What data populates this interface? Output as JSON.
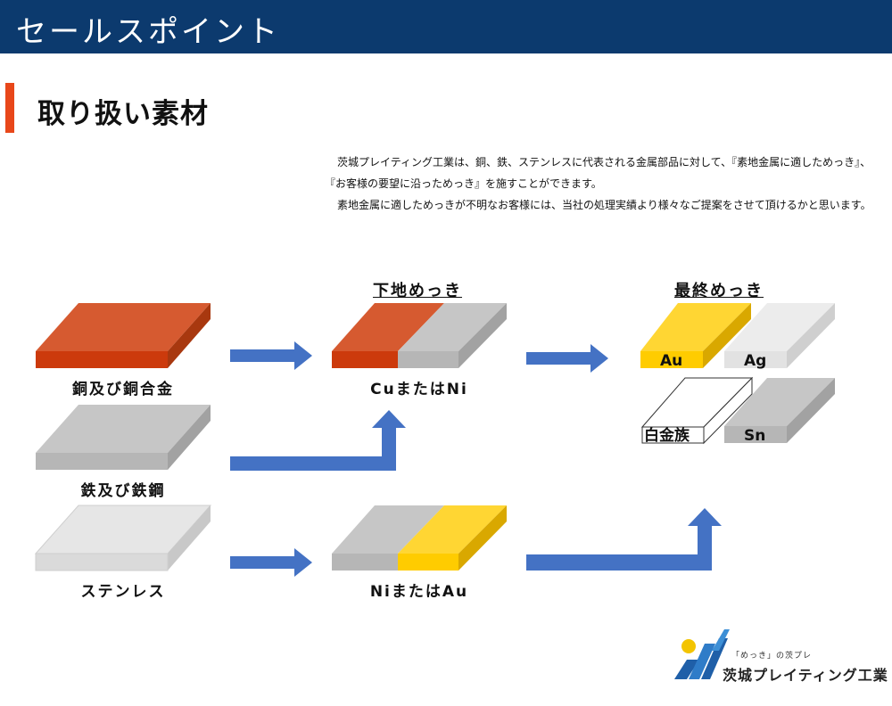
{
  "header": {
    "title": "セールスポイント"
  },
  "section": {
    "title": "取り扱い素材"
  },
  "intro": {
    "p1": "茨城プレイティング工業は、銅、鉄、ステンレスに代表される金属部品に対して、『素地金属に適しためっき』、『お客様の要望に沿っためっき』を施すことができます。",
    "p2": "素地金属に適しためっきが不明なお客様には、当社の処理実績より様々なご提案をさせて頂けるかと思います。"
  },
  "columns": {
    "undercoat": "下地めっき",
    "final": "最終めっき"
  },
  "base_materials": {
    "copper": "銅及び銅合金",
    "iron": "鉄及び鉄鋼",
    "stainless": "ステンレス"
  },
  "undercoat": {
    "cu_ni": "CuまたはNi",
    "ni_au": "NiまたはAu"
  },
  "final": {
    "au": "Au",
    "ag": "Ag",
    "pt_group": "白金族",
    "sn": "Sn"
  },
  "logo": {
    "tagline": "「めっき」の茨プレ",
    "company": "茨城プレイティング工業"
  },
  "colors": {
    "header_bg": "#0c3a6e",
    "accent": "#e8471a",
    "arrow": "#4472c4",
    "copper": "#d4542c",
    "steel": "#c4c4c4",
    "stainless": "#e4e4e4",
    "gold": "#ffd633",
    "silver": "#ececec",
    "white": "#ffffff"
  }
}
